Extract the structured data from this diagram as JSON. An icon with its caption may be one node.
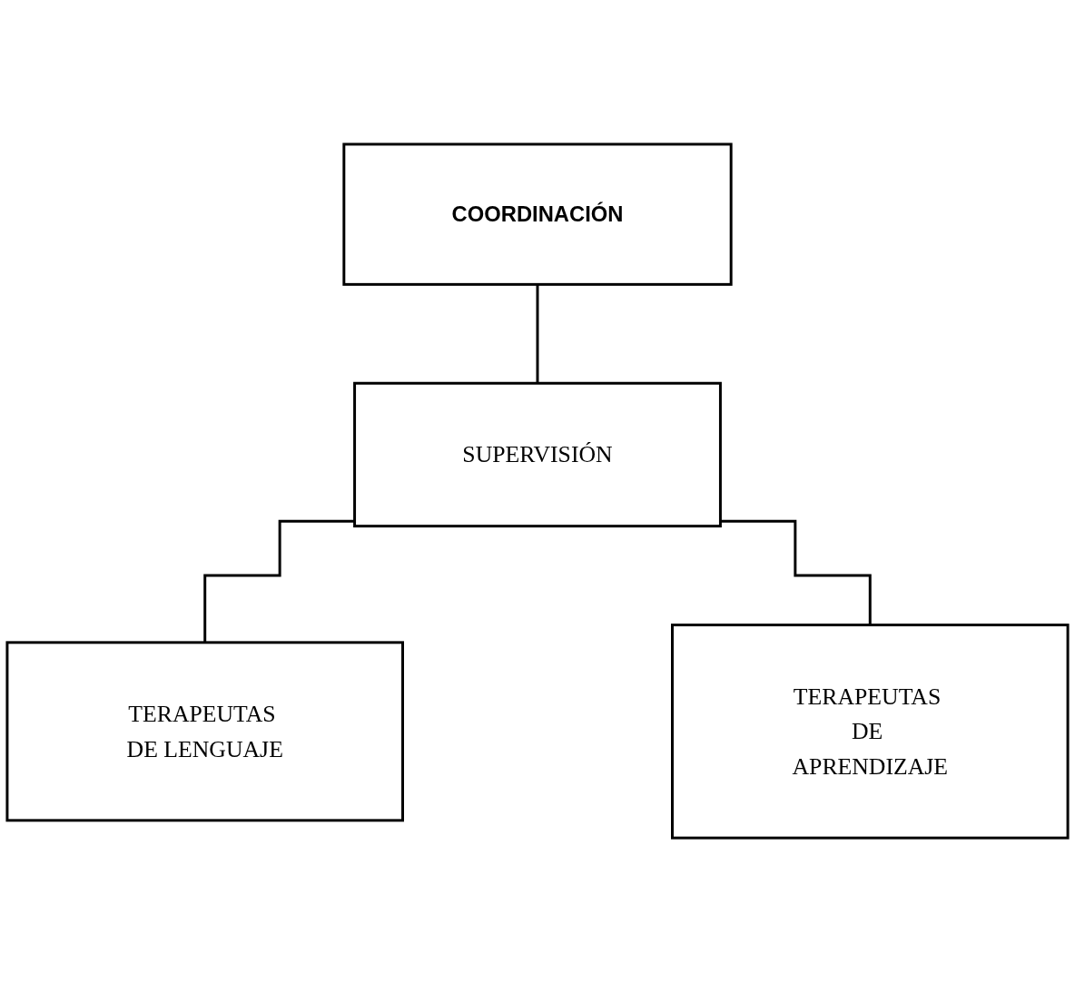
{
  "diagram": {
    "nodes": [
      {
        "text": [
          "COORDINACIÓN"
        ]
      },
      {
        "text": [
          "SUPERVISIÓN"
        ]
      },
      {
        "text": [
          "TERAPEUTAS DE LENGUAJE"
        ]
      },
      {
        "text": [
          "TERAPEUTAS DE APRENDIZAJE"
        ]
      }
    ],
    "edges": [
      {
        "from": 0,
        "to": 1,
        "arrow": "none"
      },
      {
        "from": 1,
        "to": 2,
        "arrow": "none"
      },
      {
        "from": 1,
        "to": 3,
        "arrow": "none"
      }
    ]
  }
}
